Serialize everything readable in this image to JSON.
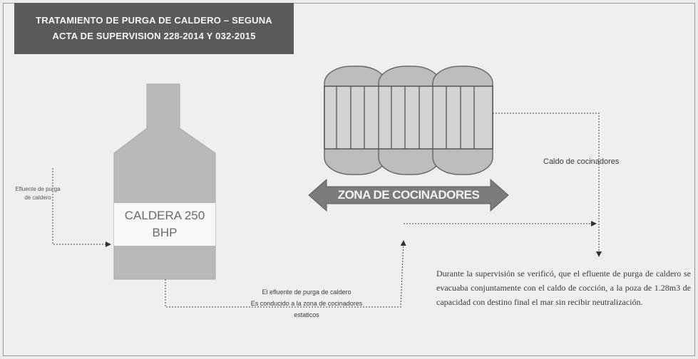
{
  "title": {
    "line1": "TRATAMIENTO DE PURGA DE CALDERO – SEGUNA",
    "line2": "ACTA DE SUPERVISION 228-2014 Y 032-2015"
  },
  "boiler": {
    "line1": "CALDERA 250",
    "line2": "BHP"
  },
  "inlet_label": "Efluente de purga de caldero",
  "zone_label": "ZONA DE COCINADORES",
  "caldo_label": "Caldo de cocinadores",
  "effluent_label": {
    "line1": "El efluente de purga de caldero",
    "line2": "Es conducido a la zona de cocinadores",
    "line3": "estaticos"
  },
  "note": "Durante la supervisión se verificó, que el efluente de purga de caldero se evacuaba conjuntamente con el caldo de cocción, a la poza de 1.28m3 de capacidad con destino final el mar sin recibir neutralización.",
  "colors": {
    "title_bg": "#5a5a5a",
    "boiler_fill": "#b9b9b9",
    "arrow_fill": "#7b7b7b",
    "cooker_fill": "#bdbdbd"
  }
}
